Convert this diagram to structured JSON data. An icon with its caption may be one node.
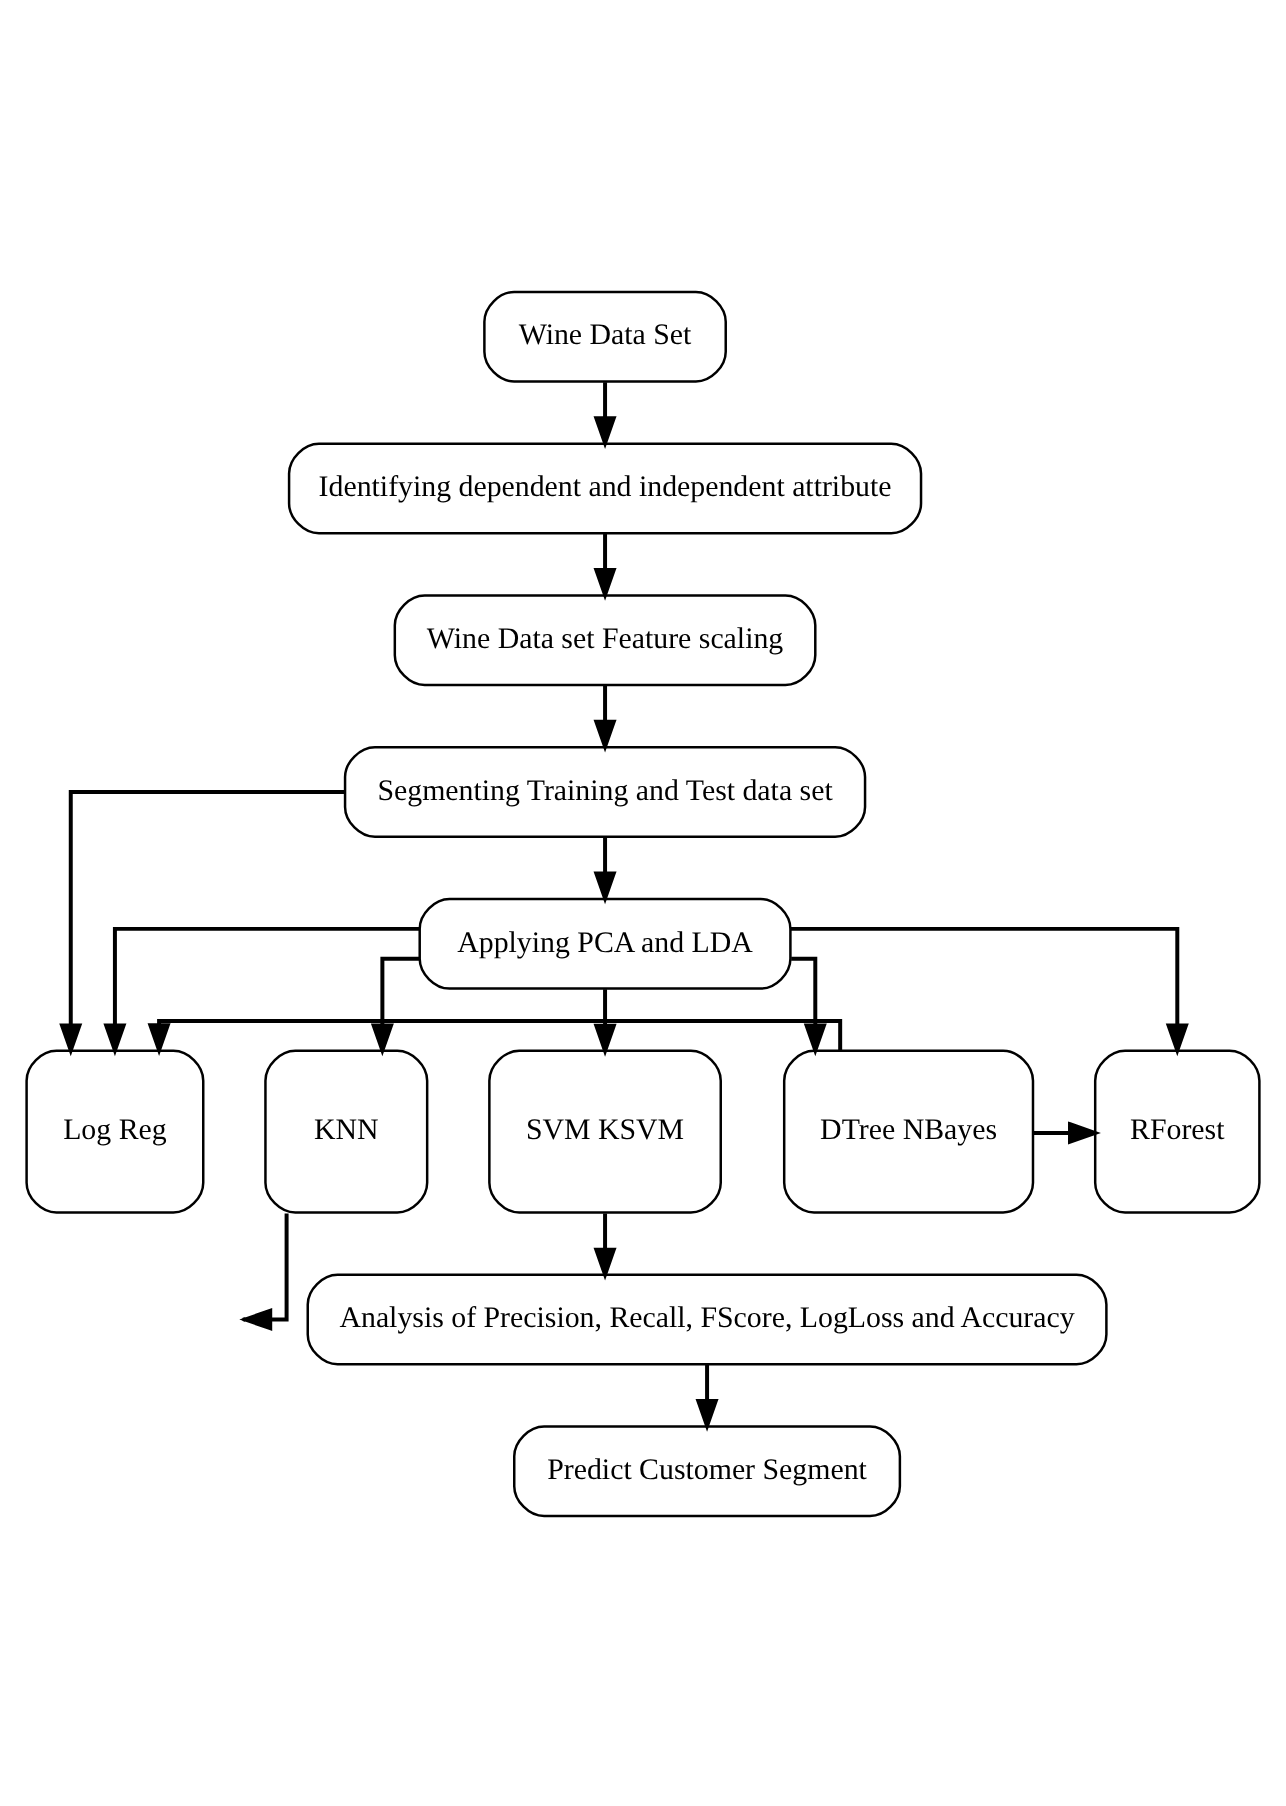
{
  "diagram": {
    "nodes": [
      {
        "text": [
          "Wine Data Set"
        ]
      },
      {
        "text": [
          "Identifying dependent and independent attribute"
        ]
      },
      {
        "text": [
          "Wine Data set Feature scaling"
        ]
      },
      {
        "text": [
          "Segmenting Training and Test data set"
        ]
      },
      {
        "text": [
          "Applying PCA and LDA"
        ]
      },
      {
        "text": [
          "Log Reg"
        ]
      },
      {
        "text": [
          "KNN"
        ]
      },
      {
        "text": [
          "SVM KSVM"
        ]
      },
      {
        "text": [
          "DTree NBayes"
        ]
      },
      {
        "text": [
          "RForest"
        ]
      },
      {
        "text": [
          "Analysis of Precision, Recall, FScore, LogLoss and Accuracy"
        ]
      },
      {
        "text": [
          "Predict Customer Segment"
        ]
      }
    ],
    "edges": [
      {
        "from": 0,
        "to": 1,
        "arrow": "to"
      },
      {
        "from": 1,
        "to": 2,
        "arrow": "to"
      },
      {
        "from": 2,
        "to": 3,
        "arrow": "to"
      },
      {
        "from": 3,
        "to": 4,
        "arrow": "to"
      },
      {
        "from": 3,
        "to": 5,
        "arrow": "to"
      },
      {
        "from": 4,
        "to": 5,
        "arrow": "to"
      },
      {
        "from": 4,
        "to": 6,
        "arrow": "to"
      },
      {
        "from": 4,
        "to": 7,
        "arrow": "to"
      },
      {
        "from": 4,
        "to": 8,
        "arrow": "to"
      },
      {
        "from": 4,
        "to": 9,
        "arrow": "to"
      },
      {
        "from": 8,
        "to": 5,
        "arrow": "to"
      },
      {
        "from": 8,
        "to": 9,
        "arrow": "to"
      },
      {
        "from": 6,
        "to": null,
        "arrow": "to"
      },
      {
        "from": 7,
        "to": 10,
        "arrow": "to"
      },
      {
        "from": 10,
        "to": 11,
        "arrow": "to"
      }
    ]
  }
}
